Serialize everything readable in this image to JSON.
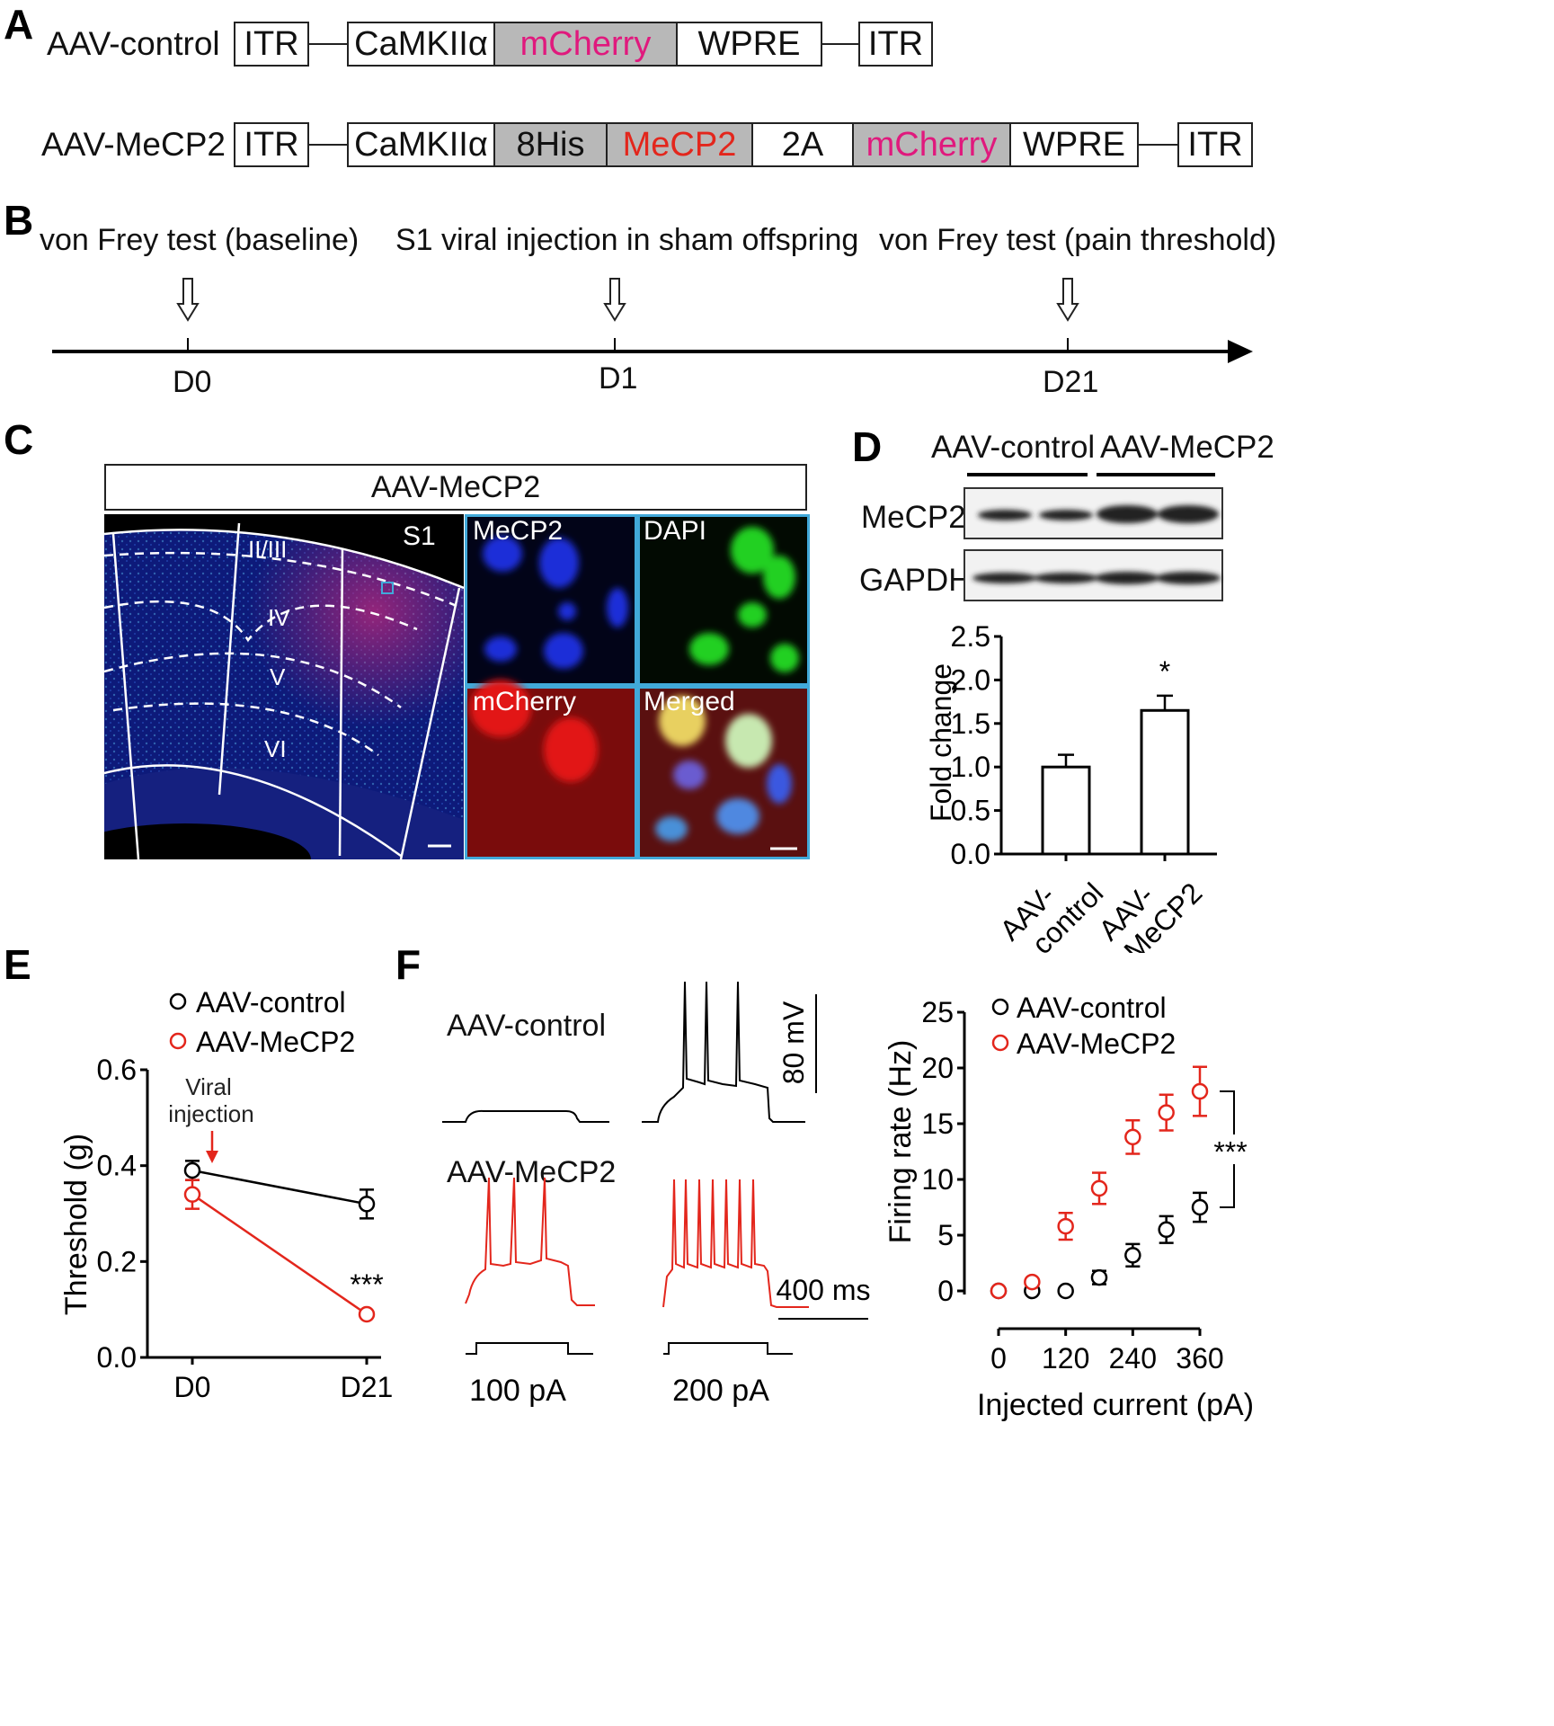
{
  "panels": {
    "A": "A",
    "B": "B",
    "C": "C",
    "D": "D",
    "E": "E",
    "F": "F"
  },
  "panelA": {
    "control_label": "AAV-control",
    "control_boxes": [
      "ITR",
      "CaMKIIα",
      "mCherry",
      "WPRE",
      "ITR"
    ],
    "mecp2_label": "AAV-MeCP2",
    "mecp2_boxes": [
      "ITR",
      "CaMKIIα",
      "8His",
      "MeCP2",
      "2A",
      "mCherry",
      "WPRE",
      "ITR"
    ],
    "colors": {
      "mcherry": "#e0197d",
      "mecp2": "#e3261c"
    }
  },
  "panelB": {
    "events": [
      "von Frey test (baseline)",
      "S1 viral injection in sham offspring",
      "von Frey test (pain threshold)"
    ],
    "days": [
      "D0",
      "D1",
      "D21"
    ]
  },
  "panelC": {
    "title": "AAV-MeCP2",
    "region": "S1",
    "layers": [
      "II/III",
      "IV",
      "V",
      "VI"
    ],
    "insets": [
      "MeCP2",
      "DAPI",
      "mCherry",
      "Merged"
    ]
  },
  "panelD": {
    "groups": [
      "AAV-control",
      "AAV-MeCP2"
    ],
    "blots": [
      "MeCP2",
      "GAPDH"
    ],
    "chart_data": {
      "type": "bar",
      "categories": [
        "AAV-\ncontrol",
        "AAV-\nMeCP2"
      ],
      "cat_lines": [
        [
          "AAV-",
          "control"
        ],
        [
          "AAV-",
          "MeCP2"
        ]
      ],
      "values": [
        1.0,
        1.65
      ],
      "errors": [
        0.14,
        0.17
      ],
      "ylabel": "Fold change",
      "ylim": [
        0,
        2.5
      ],
      "yticks": [
        "0.0",
        "0.5",
        "1.0",
        "1.5",
        "2.0",
        "2.5"
      ],
      "annotation": "*"
    }
  },
  "panelE": {
    "chart_data": {
      "type": "line",
      "x": [
        "D0",
        "D21"
      ],
      "series": [
        {
          "name": "AAV-control",
          "values": [
            0.39,
            0.32
          ],
          "errors": [
            0.02,
            0.03
          ],
          "color": "#000000"
        },
        {
          "name": "AAV-MeCP2",
          "values": [
            0.34,
            0.09
          ],
          "errors": [
            0.03,
            0.005
          ],
          "color": "#e3261c"
        }
      ],
      "ylabel": "Threshold (g)",
      "ylim": [
        0,
        0.6
      ],
      "yticks": [
        "0.0",
        "0.2",
        "0.4",
        "0.6"
      ],
      "annotation": "***",
      "arrow_label_1": "Viral",
      "arrow_label_2": "injection"
    }
  },
  "panelF": {
    "trace_labels": [
      "AAV-control",
      "AAV-MeCP2"
    ],
    "scale_v": "80 mV",
    "scale_t": "400 ms",
    "currents": [
      "100 pA",
      "200 pA"
    ],
    "chart_data": {
      "type": "scatter",
      "x": [
        0,
        60,
        120,
        180,
        240,
        300,
        360
      ],
      "series": [
        {
          "name": "AAV-control",
          "values": [
            0,
            0,
            0,
            1.2,
            3.2,
            5.5,
            7.5
          ],
          "errors": [
            0,
            0,
            0,
            0.6,
            1.0,
            1.2,
            1.3
          ],
          "color": "#000000"
        },
        {
          "name": "AAV-MeCP2",
          "values": [
            0,
            0.8,
            5.8,
            9.2,
            13.8,
            16.0,
            17.9
          ],
          "errors": [
            0,
            0,
            1.2,
            1.4,
            1.5,
            1.6,
            2.2
          ],
          "color": "#e3261c"
        }
      ],
      "xlabel": "Injected current (pA)",
      "ylabel": "Firing rate (Hz)",
      "xlim": [
        0,
        360
      ],
      "ylim": [
        0,
        25
      ],
      "xticks": [
        "0",
        "120",
        "240",
        "360"
      ],
      "yticks": [
        "0",
        "5",
        "10",
        "15",
        "20",
        "25"
      ],
      "annotation": "***"
    }
  }
}
